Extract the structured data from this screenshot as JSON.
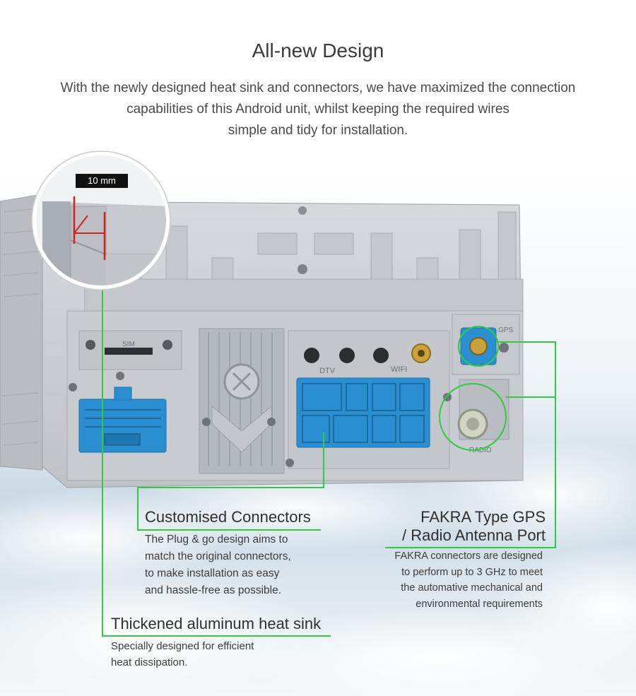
{
  "header": {
    "title": "All-new Design",
    "intro_lines": [
      "With the newly designed heat sink and connectors, we have maximized the connection",
      "capabilities of this Android unit, whilst keeping the required wires",
      "simple and tidy for installation."
    ]
  },
  "product": {
    "measure_label": "10 mm",
    "port_labels": {
      "sim": "SIM",
      "dtv": "DTV",
      "wifi": "WIFI",
      "gps": "GPS",
      "radio": "RADIO"
    }
  },
  "callouts": {
    "connectors": {
      "title": "Customised Connectors",
      "lines": [
        "The Plug & go design aims to",
        "match the original connectors,",
        "to make installation as easy",
        "and hassle-free as possible."
      ]
    },
    "fakra": {
      "title_lines": [
        "FAKRA Type GPS",
        "/ Radio Antenna Port"
      ],
      "lines": [
        "FAKRA connectors are designed",
        "to perform up to 3 GHz to meet",
        "the automative mechanical and",
        "environmental requirements"
      ]
    },
    "heatsink": {
      "title": "Thickened aluminum heat sink",
      "lines": [
        "Specially designed for efficient",
        "heat dissipation."
      ]
    }
  },
  "colors": {
    "callout_line": "#2ecc40",
    "connector_blue": "#2a8fd0",
    "unit_metal": "#c9ccd0",
    "measure_red": "#d42020"
  }
}
